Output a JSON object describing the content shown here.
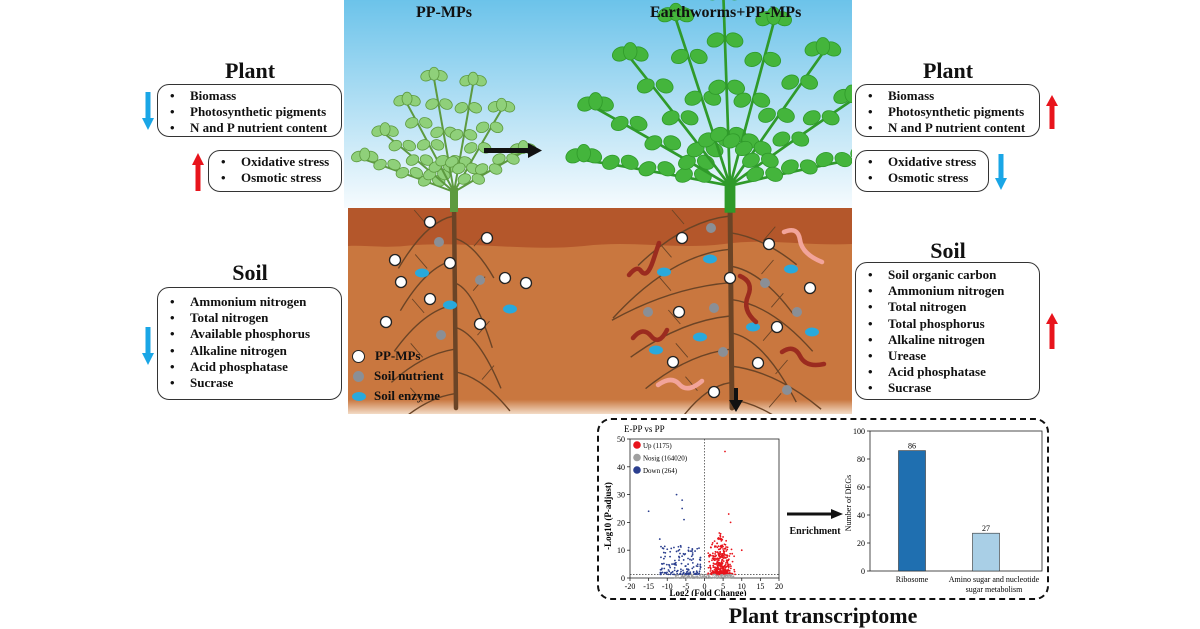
{
  "left_panel": {
    "plant_heading": "Plant",
    "plant_box1_items": [
      "Biomass",
      "Photosynthetic pigments",
      "N and P nutrient content"
    ],
    "plant_box1_trend": "down",
    "plant_box2_items": [
      "Oxidative stress",
      "Osmotic stress"
    ],
    "plant_box2_trend": "up",
    "soil_heading": "Soil",
    "soil_items": [
      "Ammonium nitrogen",
      "Total nitrogen",
      "Available phosphorus",
      "Alkaline nitrogen",
      "Acid phosphatase",
      "Sucrase"
    ],
    "soil_trend": "down"
  },
  "right_panel": {
    "plant_heading": "Plant",
    "plant_box1_items": [
      "Biomass",
      "Photosynthetic pigments",
      "N and P nutrient content"
    ],
    "plant_box1_trend": "up",
    "plant_box2_items": [
      "Oxidative stress",
      "Osmotic stress"
    ],
    "plant_box2_trend": "down",
    "soil_heading": "Soil",
    "soil_items": [
      "Soil organic carbon",
      "Ammonium nitrogen",
      "Total nitrogen",
      "Total phosphorus",
      "Alkaline nitrogen",
      "Urease",
      "Acid phosphatase",
      "Sucrase"
    ],
    "soil_trend": "up"
  },
  "scene": {
    "left_title": "PP-MPs",
    "right_title": "Earthworms+PP-MPs",
    "legend": [
      {
        "label": "PP-MPs",
        "symbol": "white-circle"
      },
      {
        "label": "Soil nutrient",
        "symbol": "gray-circle"
      },
      {
        "label": "Soil enzyme",
        "symbol": "blue-ellipse"
      }
    ]
  },
  "colors": {
    "up_arrow": "#e8141c",
    "down_arrow": "#1aa6e6",
    "sky_top": "#6cc3ea",
    "sky_bottom": "#f6fbfe",
    "topsoil": "#b4572b",
    "subsoil": "#c9773f",
    "leaf_light": "#8fd07a",
    "leaf_dark": "#44b53c",
    "root": "#6b4426",
    "volcano_up": "#e8141c",
    "volcano_nosig": "#a0a0a0",
    "volcano_down": "#2b3f8f",
    "bar_ribosome": "#1f6fb0",
    "bar_amino": "#a9cfe6"
  },
  "enrichment_label": "Enrichment",
  "transcriptome_title": "Plant transcriptome",
  "chart_data": [
    {
      "type": "scatter",
      "title": "E-PP vs PP",
      "xlabel": "Log2 (Fold Change)",
      "ylabel": "-Log10 (P-adjust)",
      "xlim": [
        -20,
        20
      ],
      "ylim": [
        0,
        50
      ],
      "xticks": [
        -20,
        -15,
        -10,
        -5,
        0,
        5,
        10,
        15,
        20
      ],
      "yticks": [
        0,
        10,
        20,
        30,
        40,
        50
      ],
      "grid": false,
      "legend_position": "top-left",
      "series": [
        {
          "name": "Up (1175)",
          "count": 1175,
          "x_range": [
            1,
            11
          ],
          "y_range": [
            1.3,
            45.5
          ],
          "notable_points": [
            [
              5.5,
              45.5
            ],
            [
              6.5,
              23
            ],
            [
              7,
              20
            ],
            [
              10,
              10
            ]
          ]
        },
        {
          "name": "Nosig (164020)",
          "count": 164020,
          "x_range": [
            -8,
            8
          ],
          "y_range": [
            0,
            1.3
          ]
        },
        {
          "name": "Down (264)",
          "count": 264,
          "x_range": [
            -12,
            -1
          ],
          "y_range": [
            1.3,
            30
          ],
          "notable_points": [
            [
              -7.5,
              30
            ],
            [
              -15,
              24
            ],
            [
              -6,
              28
            ],
            [
              -6,
              25
            ],
            [
              -5.5,
              21
            ],
            [
              -12,
              14
            ]
          ]
        }
      ],
      "threshold_lines": {
        "x": [
          0
        ],
        "y": [
          1.3
        ]
      }
    },
    {
      "type": "bar",
      "categories": [
        "Ribosome",
        "Amino sugar and nucleotide sugar metabolism"
      ],
      "category_labels": [
        [
          "Ribosome"
        ],
        [
          "Amino sugar and nucleotide",
          "sugar metabolism"
        ]
      ],
      "values": [
        86,
        27
      ],
      "data_labels": [
        "86",
        "27"
      ],
      "title": "",
      "xlabel": "",
      "ylabel": "Number of DEGs",
      "ylim": [
        0,
        100
      ],
      "yticks": [
        0,
        20,
        40,
        60,
        80,
        100
      ]
    }
  ]
}
